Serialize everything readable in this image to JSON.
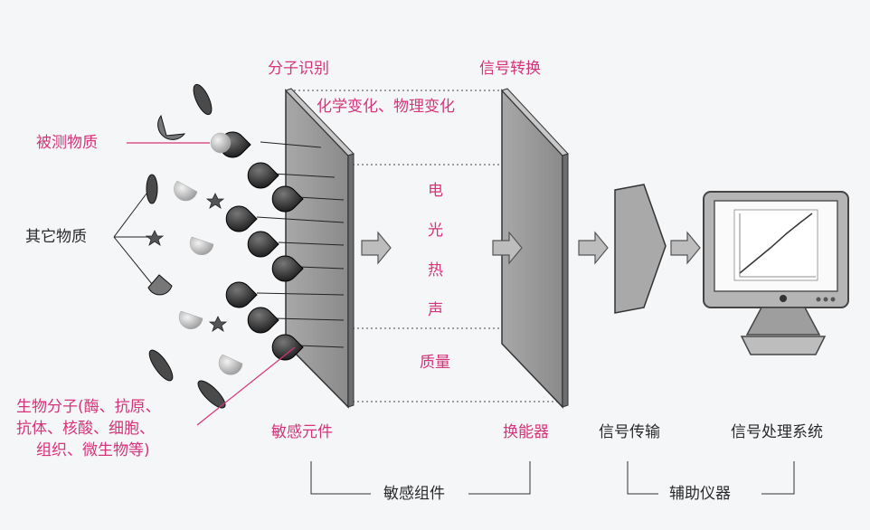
{
  "labels": {
    "molecular_recognition": "分子识别",
    "signal_conversion": "信号转换",
    "changes": "化学变化、物理变化",
    "analyte": "被测物质",
    "other_substances": "其它物质",
    "biomolecules_line1": "生物分子(酶、抗原、",
    "biomolecules_line2": "抗体、核酸、细胞、",
    "biomolecules_line3": "组织、微生物等)",
    "sensitive_element": "敏感元件",
    "transducer": "换能器",
    "signal_transmission": "信号传输",
    "signal_processing": "信号处理系统",
    "sensitive_component": "敏感组件",
    "auxiliary_instrument": "辅助仪器"
  },
  "signal_types": [
    "电",
    "光",
    "热",
    "声",
    "质量"
  ],
  "colors": {
    "accent_pink": "#d6337a",
    "panel_gray": "#8f8f8f",
    "background": "#f4f6f8"
  }
}
